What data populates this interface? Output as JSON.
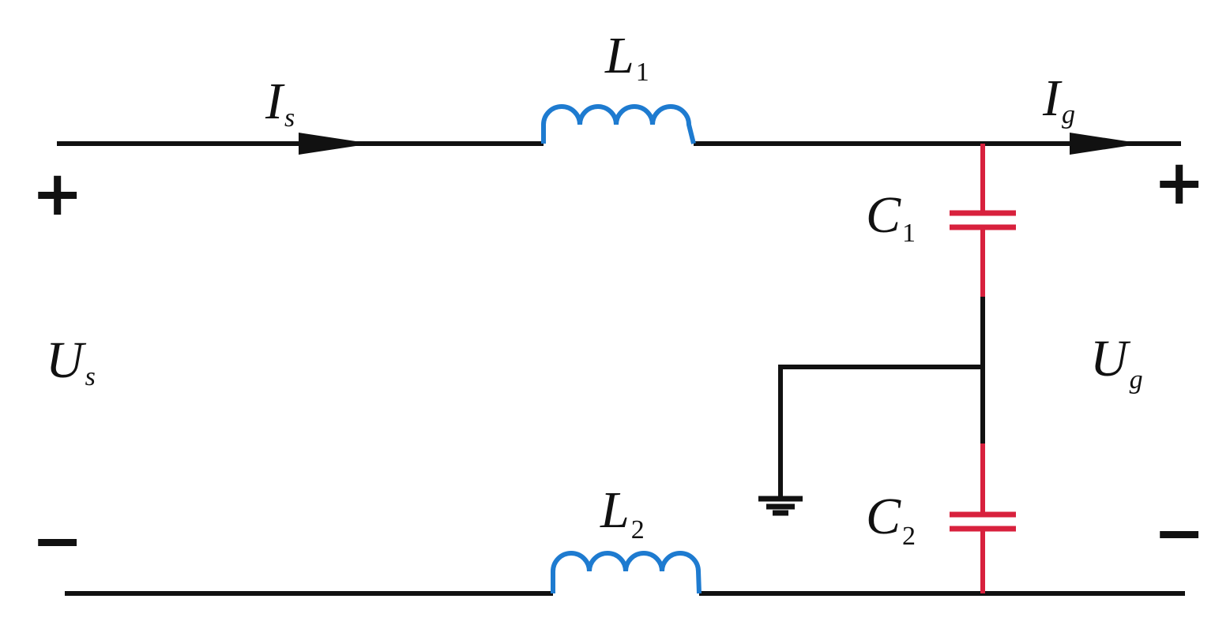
{
  "components": {
    "L1": {
      "symbol": "L",
      "subscript": "1"
    },
    "L2": {
      "symbol": "L",
      "subscript": "2"
    },
    "C1": {
      "symbol": "C",
      "subscript": "1"
    },
    "C2": {
      "symbol": "C",
      "subscript": "2"
    }
  },
  "currents": {
    "Is": {
      "symbol": "I",
      "subscript": "s"
    },
    "Ig": {
      "symbol": "I",
      "subscript": "g"
    }
  },
  "voltages": {
    "Us": {
      "symbol": "U",
      "subscript": "s"
    },
    "Ug": {
      "symbol": "U",
      "subscript": "g"
    }
  },
  "terminals": {
    "left_plus": "+",
    "left_minus": "−",
    "right_plus": "+",
    "right_minus": "−"
  },
  "colors": {
    "wire": "#111111",
    "inductor": "#1e7bd0",
    "capacitor": "#d8213d"
  }
}
